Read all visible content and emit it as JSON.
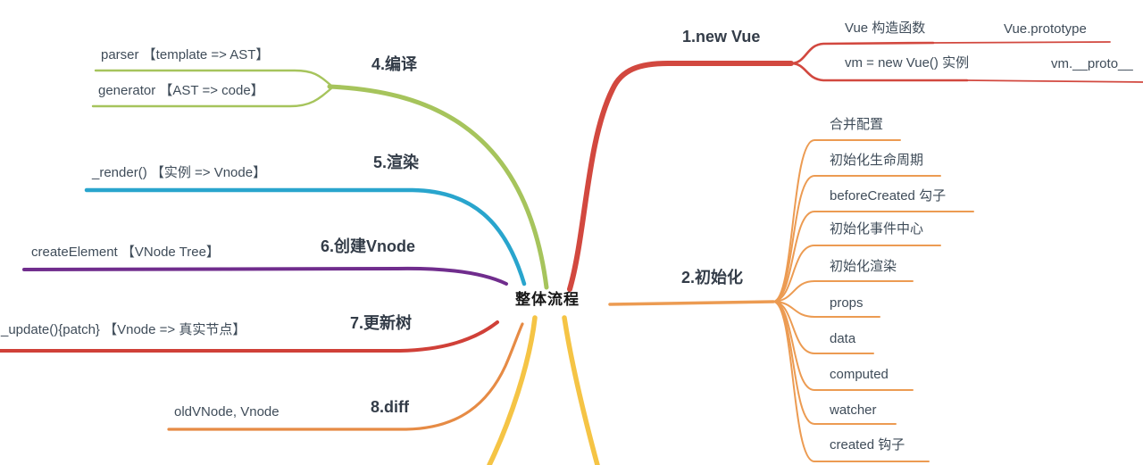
{
  "central": {
    "label": "整体流程"
  },
  "colors": {
    "red1": "#d2483f",
    "orange2": "#ec9b52",
    "green4": "#a6c45c",
    "blue5": "#29a5cd",
    "purple6": "#702d8d",
    "red7": "#d04038",
    "orange8": "#e68b45",
    "yellow3": "#f5c445"
  },
  "branches": {
    "new_vue": {
      "label": "1.new Vue",
      "children": [
        {
          "label": "Vue 构造函数",
          "child": "Vue.prototype"
        },
        {
          "label": "vm = new Vue() 实例",
          "child": "vm.__proto__"
        }
      ]
    },
    "init": {
      "label": "2.初始化",
      "children": [
        "合并配置",
        "初始化生命周期",
        "beforeCreated 勾子",
        "初始化事件中心",
        "初始化渲染",
        "props",
        "data",
        "computed",
        "watcher",
        "created 钩子"
      ]
    },
    "compile": {
      "label": "4.编译",
      "children": [
        "parser 【template => AST】",
        "generator 【AST => code】"
      ]
    },
    "render": {
      "label": "5.渲染",
      "children": [
        "_render() 【实例 => Vnode】"
      ]
    },
    "create_vnode": {
      "label": "6.创建Vnode",
      "children": [
        "createElement 【VNode Tree】"
      ]
    },
    "update_tree": {
      "label": "7.更新树",
      "children": [
        "_update(){patch} 【Vnode => 真实节点】"
      ]
    },
    "diff": {
      "label": "8.diff",
      "children": [
        "oldVNode, Vnode"
      ]
    }
  }
}
